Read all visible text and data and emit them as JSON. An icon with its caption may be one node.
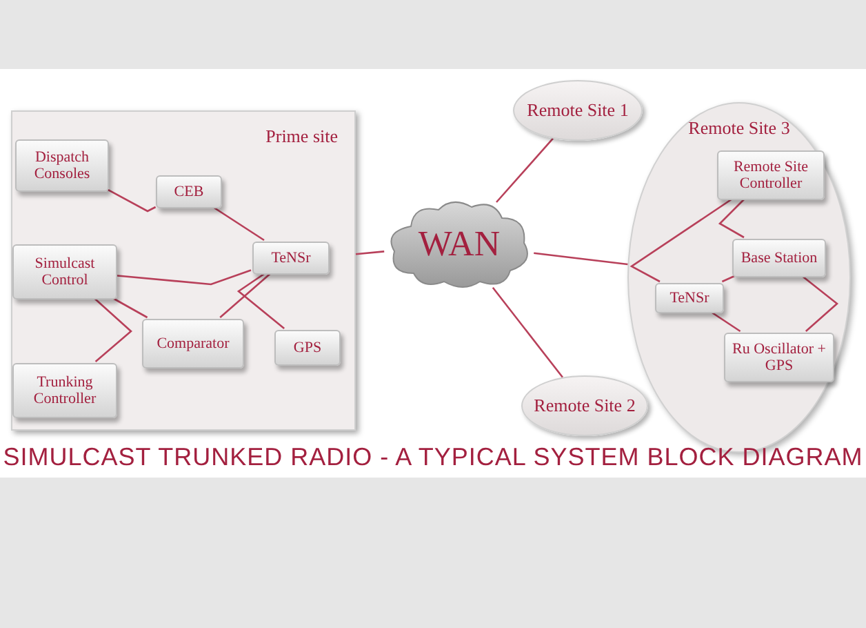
{
  "diagram": {
    "title": "SIMULCAST TRUNKED RADIO - A TYPICAL SYSTEM BLOCK DIAGRAM",
    "nodes": [
      {
        "text": [
          "Prime site"
        ]
      },
      {
        "text": [
          "Dispatch Consoles"
        ],
        "in": 0
      },
      {
        "text": [
          "CEB"
        ],
        "in": 0
      },
      {
        "text": [
          "Simulcast Control"
        ],
        "in": 0
      },
      {
        "text": [
          "TeNSr"
        ],
        "in": 0
      },
      {
        "text": [
          "Comparator"
        ],
        "in": 0
      },
      {
        "text": [
          "GPS"
        ],
        "in": 0
      },
      {
        "text": [
          "Trunking Controller"
        ],
        "in": 0
      },
      {
        "text": [
          "WAN"
        ]
      },
      {
        "text": [
          "Remote Site 1"
        ]
      },
      {
        "text": [
          "Remote Site 3"
        ]
      },
      {
        "text": [
          "Remote Site Controller"
        ],
        "in": 10
      },
      {
        "text": [
          "Base Station"
        ],
        "in": 10
      },
      {
        "text": [
          "TeNSr"
        ],
        "in": 10
      },
      {
        "text": [
          "Ru Oscillator + GPS"
        ],
        "in": 10
      },
      {
        "text": [
          "Remote Site 2"
        ]
      }
    ],
    "edges": [
      {
        "from": 1,
        "to": 2,
        "arrow": "none"
      },
      {
        "from": 2,
        "to": 4,
        "arrow": "none"
      },
      {
        "from": 3,
        "to": 4,
        "arrow": "none"
      },
      {
        "from": 5,
        "to": 4,
        "arrow": "none"
      },
      {
        "from": 6,
        "to": 4,
        "arrow": "none"
      },
      {
        "from": 3,
        "to": 5,
        "arrow": "none"
      },
      {
        "from": 3,
        "to": 7,
        "arrow": "none"
      },
      {
        "from": 0,
        "to": 8,
        "arrow": "none"
      },
      {
        "from": 8,
        "to": 9,
        "arrow": "none"
      },
      {
        "from": 8,
        "to": 15,
        "arrow": "none"
      },
      {
        "from": 8,
        "to": 10,
        "arrow": "none"
      },
      {
        "from": 11,
        "to": 13,
        "arrow": "none"
      },
      {
        "from": 11,
        "to": 12,
        "arrow": "none"
      },
      {
        "from": 12,
        "to": 13,
        "arrow": "none"
      },
      {
        "from": 13,
        "to": 14,
        "arrow": "none"
      },
      {
        "from": 14,
        "to": 12,
        "arrow": "none"
      }
    ]
  }
}
